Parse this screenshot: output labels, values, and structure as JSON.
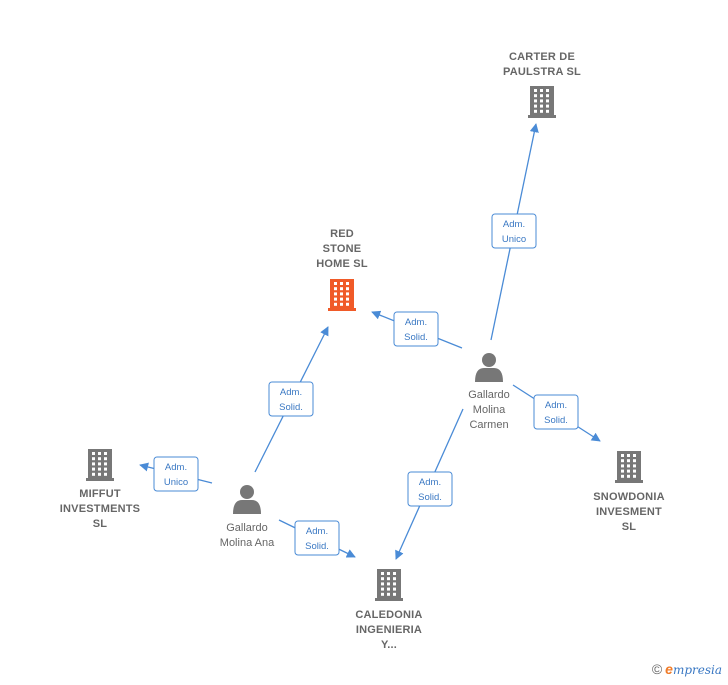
{
  "colors": {
    "edge": "#4a8bd6",
    "building_main": "#f05a28",
    "building": "#777777",
    "person": "#777777"
  },
  "nodes": [
    {
      "id": "red-stone",
      "type": "company",
      "main": true,
      "lines": [
        "RED",
        "STONE",
        "HOME  SL"
      ]
    },
    {
      "id": "carter",
      "type": "company",
      "main": false,
      "lines": [
        "CARTER DE",
        "PAULSTRA SL"
      ]
    },
    {
      "id": "miffut",
      "type": "company",
      "main": false,
      "lines": [
        "MIFFUT",
        "INVESTMENTS",
        "SL"
      ]
    },
    {
      "id": "snowdonia",
      "type": "company",
      "main": false,
      "lines": [
        "SNOWDONIA",
        "INVESMENT",
        "SL"
      ]
    },
    {
      "id": "caledonia",
      "type": "company",
      "main": false,
      "lines": [
        "CALEDONIA",
        "INGENIERIA",
        "Y..."
      ]
    },
    {
      "id": "carmen",
      "type": "person",
      "lines": [
        "Gallardo",
        "Molina",
        "Carmen"
      ]
    },
    {
      "id": "ana",
      "type": "person",
      "lines": [
        "Gallardo",
        "Molina Ana"
      ]
    }
  ],
  "edges": [
    {
      "from": "carmen",
      "to": "carter",
      "label": [
        "Adm.",
        "Unico"
      ]
    },
    {
      "from": "carmen",
      "to": "red-stone",
      "label": [
        "Adm.",
        "Solid."
      ]
    },
    {
      "from": "carmen",
      "to": "snowdonia",
      "label": [
        "Adm.",
        "Solid."
      ]
    },
    {
      "from": "carmen",
      "to": "caledonia",
      "label": [
        "Adm.",
        "Solid."
      ]
    },
    {
      "from": "ana",
      "to": "red-stone",
      "label": [
        "Adm.",
        "Solid."
      ]
    },
    {
      "from": "ana",
      "to": "miffut",
      "label": [
        "Adm.",
        "Unico"
      ]
    },
    {
      "from": "ana",
      "to": "caledonia",
      "label": [
        "Adm.",
        "Solid."
      ]
    }
  ],
  "footer": {
    "copyright": "©",
    "brand_first": "e",
    "brand_rest": "mpresia"
  }
}
